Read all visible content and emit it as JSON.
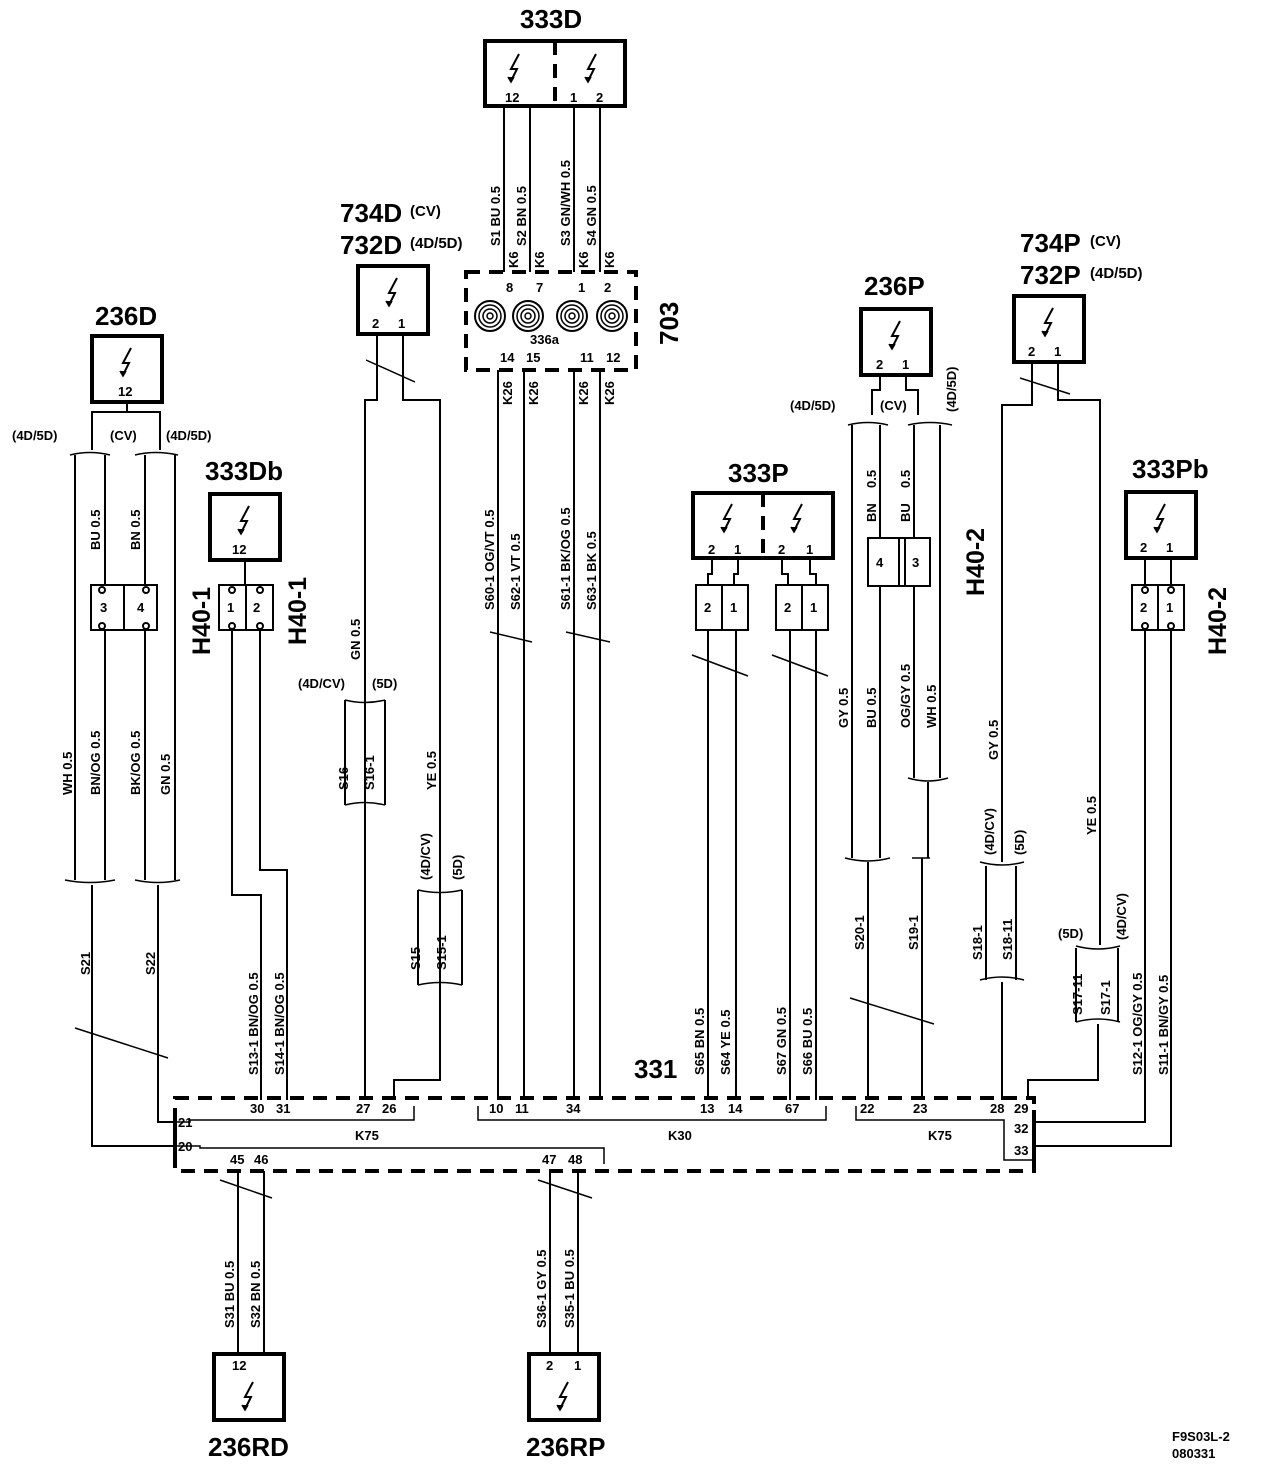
{
  "components": {
    "c333D": "333D",
    "c734D": "734D",
    "c734D_sup": "(CV)",
    "c732D": "732D",
    "c732D_sup": "(4D/5D)",
    "c236D": "236D",
    "c333Db": "333Db",
    "c236P": "236P",
    "c734P": "734P",
    "c734P_sup": "(CV)",
    "c732P": "732P",
    "c732P_sup": "(4D/5D)",
    "c333P": "333P",
    "c333Pb": "333Pb",
    "c236RD": "236RD",
    "c236RP": "236RP",
    "c703": "703",
    "c331": "331",
    "spiral": "336a"
  },
  "connectors": {
    "h40_1": "H40-1",
    "h40_2": "H40-2"
  },
  "variants": {
    "v4d5d": "(4D/5D)",
    "vcv": "(CV)",
    "v4dcv": "(4D/CV)",
    "v5d": "(5D)"
  },
  "buses": {
    "k75": "K75",
    "k30": "K30",
    "k26": "K26",
    "k6": "K6"
  },
  "wires": {
    "s1": "S1 BU 0.5",
    "s2": "S2 BN 0.5",
    "s3": "S3 GN/WH 0.5",
    "s4": "S4 GN 0.5",
    "s60": "S60-1 OG/VT  0.5",
    "s62": "S62-1 VT  0.5",
    "s61": "S61-1 BK/OG  0.5",
    "s63": "S63-1 BK  0.5",
    "bu05": "BU  0.5",
    "bn05": "BN  0.5",
    "wh05": "WH  0.5",
    "bnog05": "BN/OG  0.5",
    "bkog05": "BK/OG  0.5",
    "gn05": "GN  0.5",
    "s21": "S21",
    "s22": "S22",
    "s13": "S13-1 BN/OG  0.5",
    "s14": "S14-1 BN/OG  0.5",
    "gn05b": "GN  0.5",
    "s16": "S16",
    "s16_1": "S16-1",
    "ye05": "YE  0.5",
    "s15": "S15",
    "s15_1": "S15-1",
    "s65": "S65  BN  0.5",
    "s64": "S64  YE  0.5",
    "s67": "S67  GN  0.5",
    "s66": "S66  BU  0.5",
    "bn": "BN",
    "bu": "BU",
    "p05a": "0.5",
    "p05b": "0.5",
    "gy05": "GY  0.5",
    "bu05b": "BU  0.5",
    "oggy05": "OG/GY  0.5",
    "wh05b": "WH  0.5",
    "s20": "S20-1",
    "s19": "S19-1",
    "gy05b": "GY  0.5",
    "s18_1": "S18-1",
    "s18_11": "S18-11",
    "ye05b": "YE  0.5",
    "s17_11": "S17-11",
    "s17_1": "S17-1",
    "s12": "S12-1  OG/GY  0.5",
    "s11": "S11-1  BN/GY  0.5",
    "s31": "S31  BU  0.5",
    "s32": "S32  BN  0.5",
    "s36": "S36-1  GY  0.5",
    "s35": "S35-1  BU  0.5"
  },
  "pins": {
    "p12": "12",
    "p1": "1",
    "p2": "2",
    "p3": "3",
    "p4": "4",
    "p8": "8",
    "p7": "7",
    "p11": "11",
    "p14": "14",
    "p15": "15",
    "p10": "10",
    "p13": "13",
    "p20": "20",
    "p21": "21",
    "p22": "22",
    "p23": "23",
    "p26": "26",
    "p27": "27",
    "p28": "28",
    "p29": "29",
    "p30": "30",
    "p31": "31",
    "p32": "32",
    "p33": "33",
    "p34": "34",
    "p45": "45",
    "p46": "46",
    "p47": "47",
    "p48": "48",
    "p67": "67"
  },
  "footer": {
    "ref": "F9S03L-2",
    "date": "080331"
  }
}
